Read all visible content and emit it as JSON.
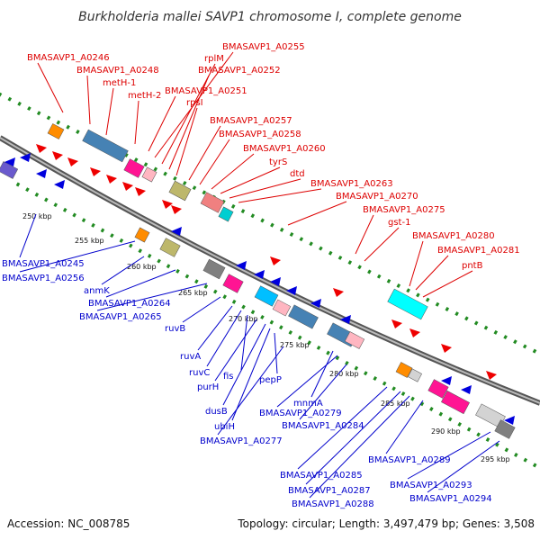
{
  "header": {
    "title": "Burkholderia mallei SAVP1 chromosome I, complete genome"
  },
  "footer": {
    "accession": "Accession: NC_008785",
    "summary": "Topology: circular; Length: 3,497,479 bp; Genes: 3,508"
  },
  "colors": {
    "forward_label": "#dd0000",
    "reverse_label": "#0000cc",
    "backbone": "#888888",
    "dots": "#228b22"
  },
  "ticks": [
    "250 kbp",
    "255 kbp",
    "260 kbp",
    "265 kbp",
    "270 kbp",
    "275 kbp",
    "280 kbp",
    "285 kbp",
    "290 kbp",
    "295 kbp"
  ],
  "labels_top": [
    "BMASAVP1_A0246",
    "BMASAVP1_A0248",
    "metH-1",
    "metH-2",
    "BMASAVP1_A0251",
    "BMASAVP1_A0255",
    "rplM",
    "BMASAVP1_A0252",
    "rpsI",
    "BMASAVP1_A0257",
    "BMASAVP1_A0258",
    "BMASAVP1_A0260",
    "tyrS",
    "dtd",
    "BMASAVP1_A0263",
    "BMASAVP1_A0270",
    "BMASAVP1_A0275",
    "gst-1",
    "BMASAVP1_A0280",
    "BMASAVP1_A0281",
    "pntB"
  ],
  "labels_bottom": [
    "BMASAVP1_A0245",
    "BMASAVP1_A0256",
    "anmK",
    "BMASAVP1_A0264",
    "BMASAVP1_A0265",
    "ruvB",
    "ruvA",
    "ruvC",
    "fis",
    "purH",
    "pepP",
    "dusB",
    "ubiH",
    "BMASAVP1_A0277",
    "mnmA",
    "BMASAVP1_A0279",
    "BMASAVP1_A0284",
    "BMASAVP1_A0285",
    "BMASAVP1_A0289",
    "BMASAVP1_A0287",
    "BMASAVP1_A0288",
    "BMASAVP1_A0293",
    "BMASAVP1_A0294"
  ]
}
